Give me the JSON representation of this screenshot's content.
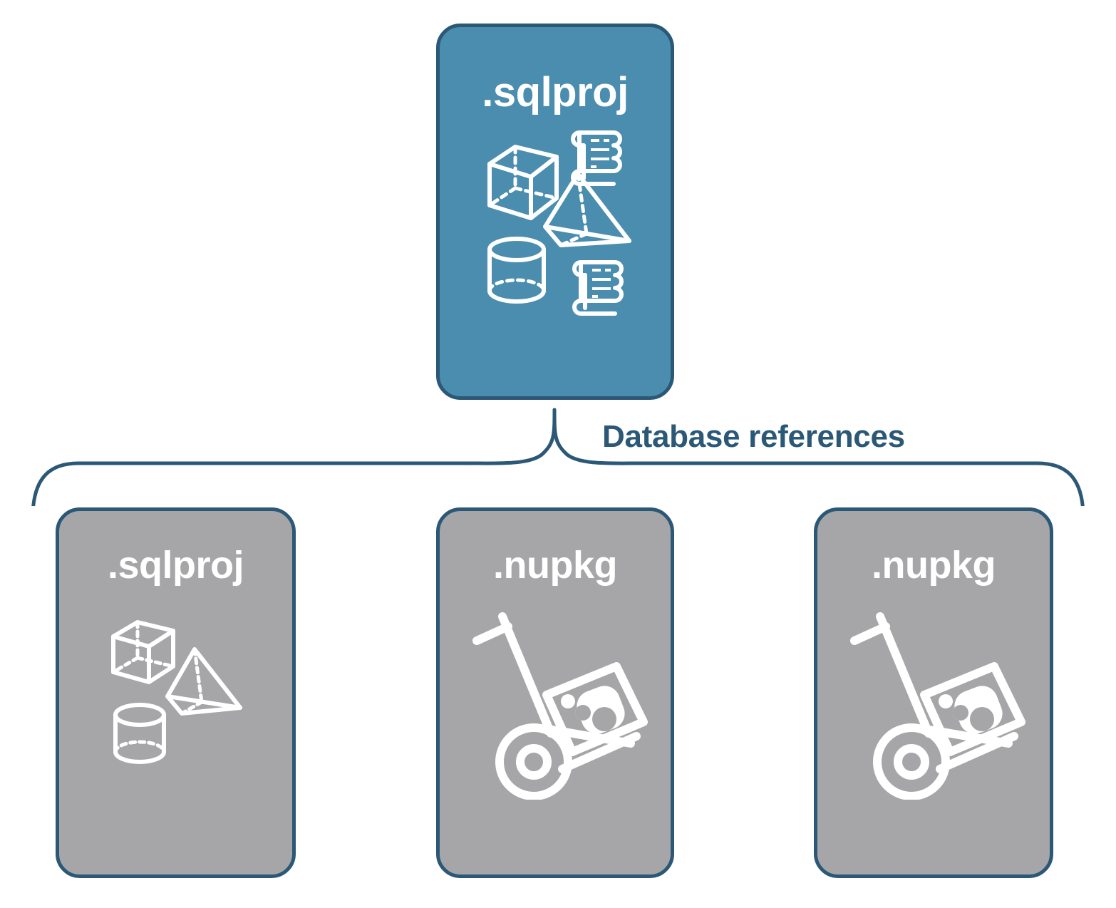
{
  "diagram": {
    "title": "SQL project database references",
    "type": "hierarchy-brace",
    "colors": {
      "card_blue": "#4A8DAF",
      "card_gray": "#A6A6A8",
      "border_navy": "#2B5876",
      "label_navy": "#2B5876",
      "icon_white": "#FFFFFF",
      "background": "#FFFFFF"
    },
    "connector": {
      "label": "Database references",
      "style": "curly-brace",
      "color": "#2B5876"
    },
    "parent": {
      "label": ".sqlproj",
      "fill": "#4A8DAF",
      "icons": [
        "cube-icon",
        "pyramid-icon",
        "cylinder-icon",
        "scroll-icon",
        "scroll-icon"
      ]
    },
    "children": [
      {
        "label": ".sqlproj",
        "fill": "#A6A6A8",
        "icons": [
          "cube-icon",
          "pyramid-icon",
          "cylinder-icon"
        ]
      },
      {
        "label": ".nupkg",
        "fill": "#A6A6A8",
        "icons": [
          "nuget-package-dolly-icon"
        ]
      },
      {
        "label": ".nupkg",
        "fill": "#A6A6A8",
        "icons": [
          "nuget-package-dolly-icon"
        ]
      }
    ]
  }
}
